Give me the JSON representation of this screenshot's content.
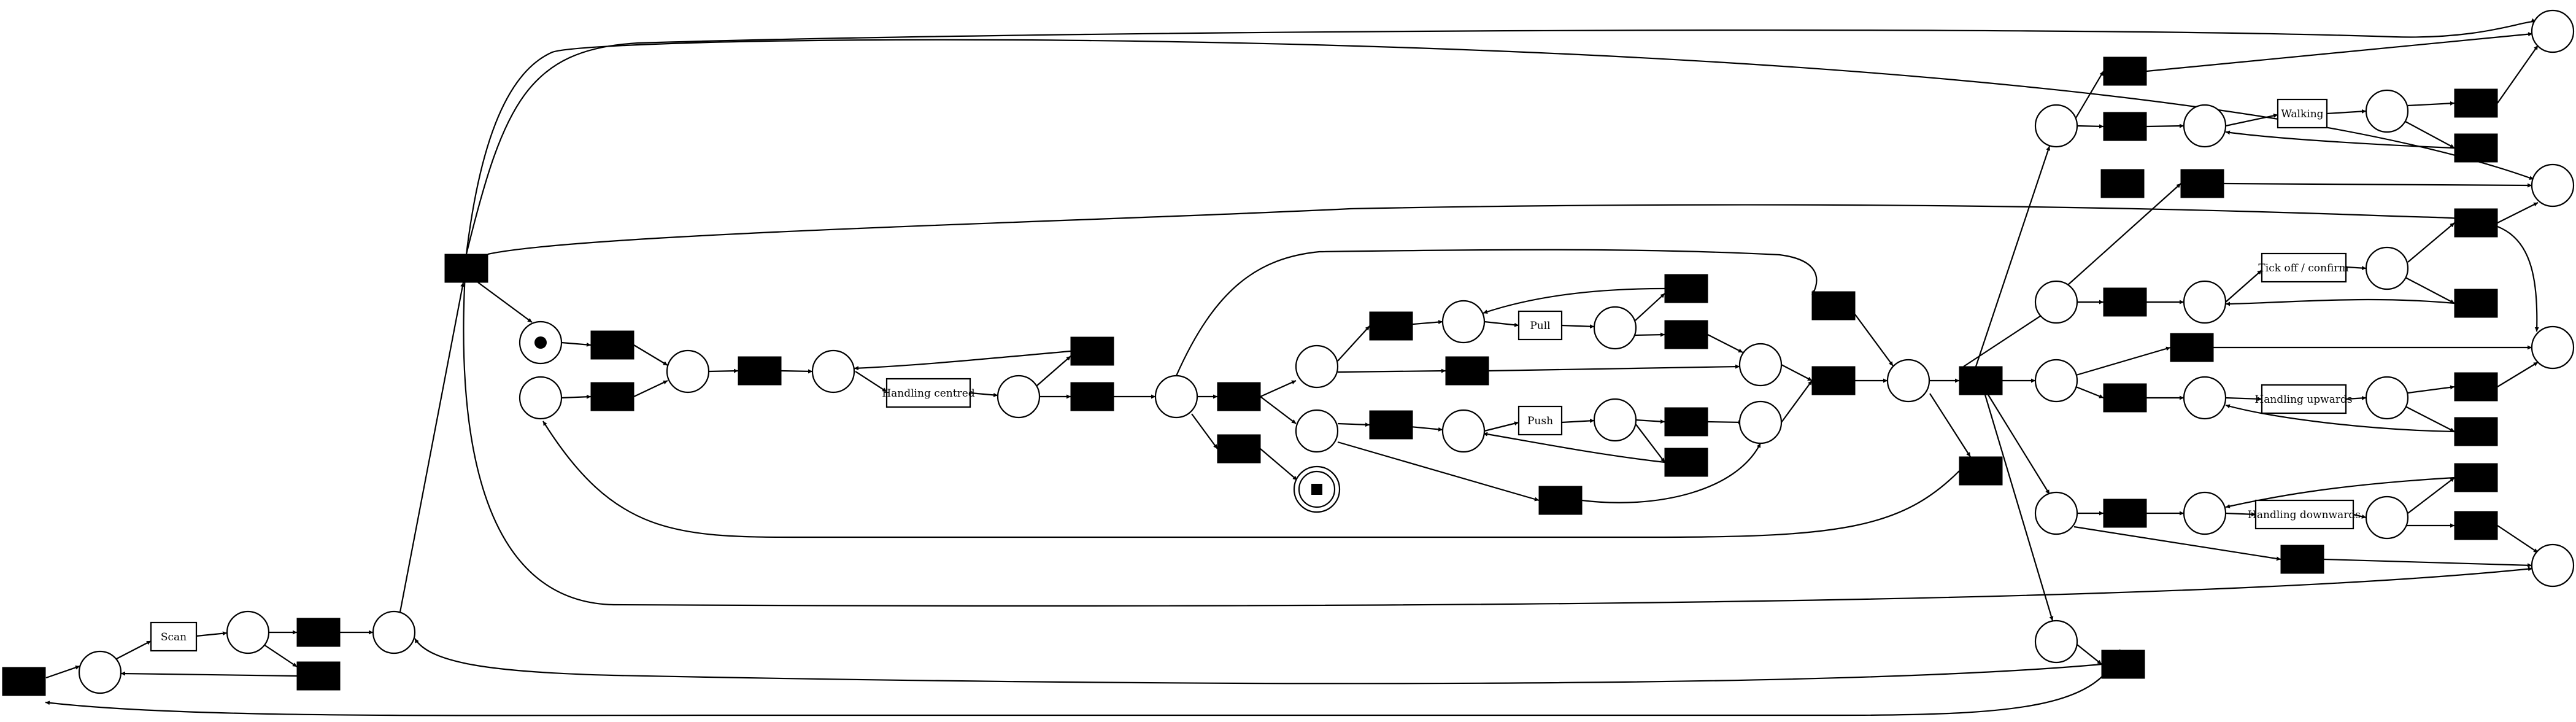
{
  "diagram": {
    "type": "petri-net",
    "labeled_transitions": [
      {
        "id": "t_scan",
        "label": "Scan"
      },
      {
        "id": "t_handling_centred",
        "label": "Handling centred"
      },
      {
        "id": "t_pull",
        "label": "Pull"
      },
      {
        "id": "t_push",
        "label": "Push"
      },
      {
        "id": "t_walking",
        "label": "Walking"
      },
      {
        "id": "t_tick_off",
        "label": "Tick off / confirm"
      },
      {
        "id": "t_handling_upwards",
        "label": "Handling upwards"
      },
      {
        "id": "t_handling_downwards",
        "label": "Handling downwards"
      }
    ],
    "initial_marking": "source place holds one token",
    "final_marking": "sink place (double circle)"
  }
}
